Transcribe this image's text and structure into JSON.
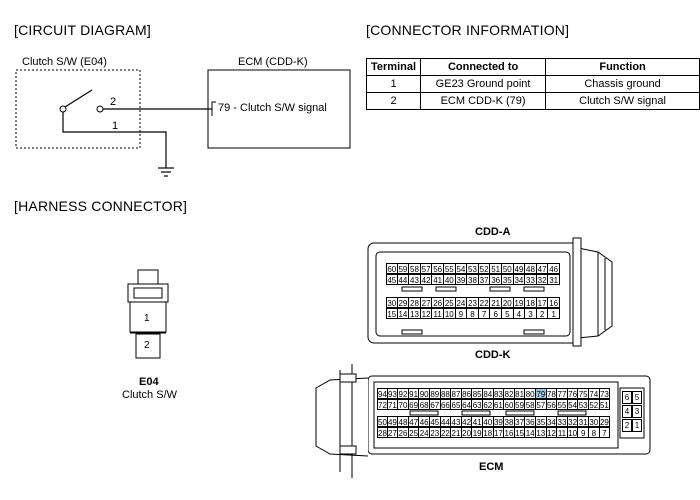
{
  "circuit": {
    "title": "[CIRCUIT DIAGRAM]",
    "switch_label": "Clutch S/W (E04)",
    "ecm_label": "ECM (CDD-K)",
    "pin2": "2",
    "pin1": "1",
    "signal": "79 - Clutch S/W signal"
  },
  "connector_info": {
    "title": "[CONNECTOR INFORMATION]",
    "headers": [
      "Terminal",
      "Connected to",
      "Function"
    ],
    "rows": [
      [
        "1",
        "GE23 Ground point",
        "Chassis ground"
      ],
      [
        "2",
        "ECM CDD-K (79)",
        "Clutch S/W signal"
      ]
    ]
  },
  "harness": {
    "title": "[HARNESS CONNECTOR]",
    "e04_pin1": "1",
    "e04_pin2": "2",
    "e04_name": "E04",
    "e04_desc": "Clutch S/W",
    "cdda_label": "CDD-A",
    "cddk_label": "CDD-K",
    "ecm_label": "ECM",
    "cdda_rows": [
      [
        "60",
        "59",
        "58",
        "57",
        "56",
        "55",
        "54",
        "53",
        "52",
        "51",
        "50",
        "49",
        "48",
        "47",
        "46"
      ],
      [
        "45",
        "44",
        "43",
        "42",
        "41",
        "40",
        "39",
        "38",
        "37",
        "36",
        "35",
        "34",
        "33",
        "32",
        "31"
      ],
      [
        "30",
        "29",
        "28",
        "27",
        "26",
        "25",
        "24",
        "23",
        "22",
        "21",
        "20",
        "19",
        "18",
        "17",
        "16"
      ],
      [
        "15",
        "14",
        "13",
        "12",
        "11",
        "10",
        "9",
        "8",
        "7",
        "6",
        "5",
        "4",
        "3",
        "2",
        "1"
      ]
    ],
    "cddk_rows": [
      [
        "94",
        "93",
        "92",
        "91",
        "90",
        "89",
        "88",
        "87",
        "86",
        "85",
        "84",
        "83",
        "82",
        "81",
        "80",
        "79",
        "78",
        "77",
        "76",
        "75",
        "74",
        "73"
      ],
      [
        "72",
        "71",
        "70",
        "69",
        "68",
        "67",
        "66",
        "65",
        "64",
        "63",
        "62",
        "61",
        "60",
        "59",
        "58",
        "57",
        "56",
        "55",
        "54",
        "53",
        "52",
        "51"
      ],
      [
        "50",
        "49",
        "48",
        "47",
        "46",
        "45",
        "44",
        "43",
        "42",
        "41",
        "40",
        "39",
        "38",
        "37",
        "36",
        "35",
        "34",
        "33",
        "32",
        "31",
        "30",
        "29"
      ],
      [
        "28",
        "27",
        "26",
        "25",
        "24",
        "23",
        "22",
        "21",
        "20",
        "19",
        "18",
        "17",
        "16",
        "15",
        "14",
        "13",
        "12",
        "11",
        "10",
        "9",
        "8",
        "7"
      ]
    ],
    "cddk_side": [
      [
        "6",
        "5"
      ],
      [
        "4",
        "3"
      ],
      [
        "2",
        "1"
      ]
    ],
    "highlight_pin": "79",
    "highlight_color": "#9fc7e0"
  }
}
